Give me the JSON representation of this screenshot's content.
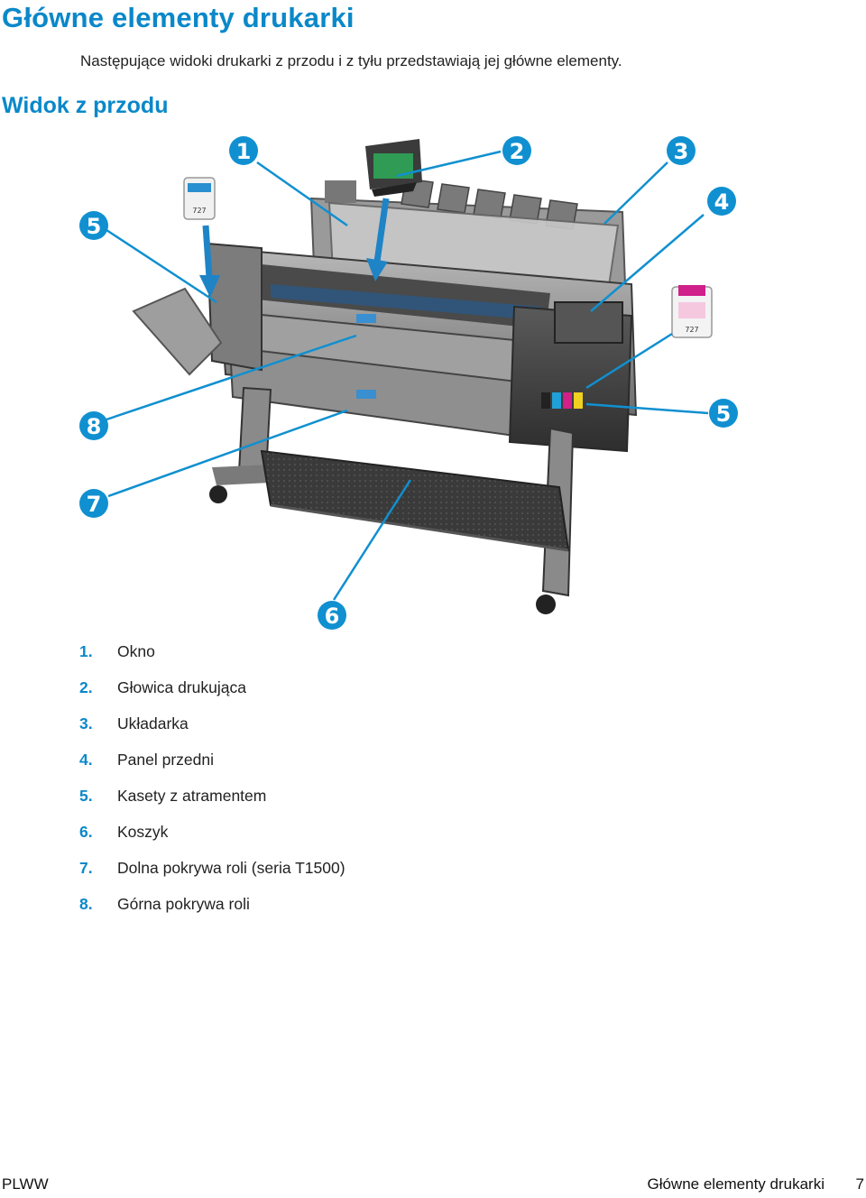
{
  "page_title": "Główne elementy drukarki",
  "intro": "Następujące widoki drukarki z przodu i z tyłu przedstawiają jej główne elementy.",
  "section_title": "Widok z przodu",
  "figure": {
    "callouts": [
      "1",
      "2",
      "3",
      "4",
      "5",
      "5",
      "6",
      "7",
      "8"
    ],
    "cartridge_label": "727",
    "colors": {
      "accent": "#0a88c9",
      "callout": "#1090d0",
      "printer_body": "#8a8a8a",
      "magenta": "#d0208a",
      "cyan": "#20a0d8",
      "yellow": "#f0d020"
    }
  },
  "parts": [
    {
      "num": "1.",
      "label": "Okno"
    },
    {
      "num": "2.",
      "label": "Głowica drukująca"
    },
    {
      "num": "3.",
      "label": "Układarka"
    },
    {
      "num": "4.",
      "label": "Panel przedni"
    },
    {
      "num": "5.",
      "label": "Kasety z atramentem"
    },
    {
      "num": "6.",
      "label": "Koszyk"
    },
    {
      "num": "7.",
      "label": "Dolna pokrywa roli (seria T1500)"
    },
    {
      "num": "8.",
      "label": "Górna pokrywa roli"
    }
  ],
  "footer": {
    "left": "PLWW",
    "right": "Główne elementy drukarki",
    "page": "7"
  }
}
